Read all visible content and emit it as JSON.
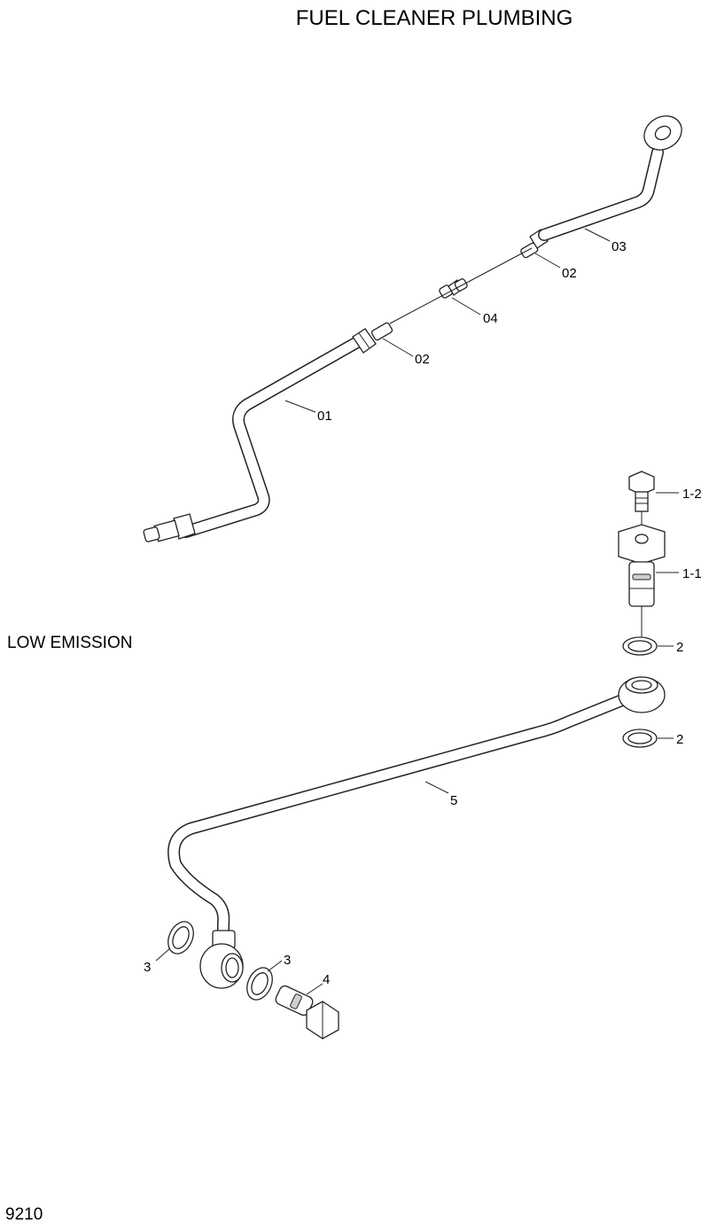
{
  "title": "FUEL CLEANER PLUMBING",
  "section_label": "LOW EMISSION",
  "page_number": "9210",
  "callouts": {
    "pipe_01": "01",
    "connector_02_lower": "02",
    "connector_02_upper": "02",
    "pipe_03": "03",
    "union_04": "04",
    "bolt_1_2": "1-2",
    "eye_bolt_1_1": "1-1",
    "washer_2_upper": "2",
    "washer_2_lower": "2",
    "pipe_5": "5",
    "washer_3_left": "3",
    "washer_3_right": "3",
    "eye_bolt_4": "4"
  }
}
